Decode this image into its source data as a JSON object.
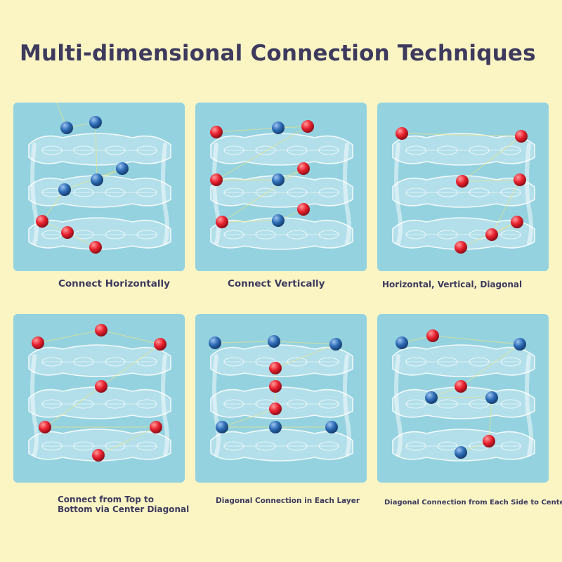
{
  "title": "Multi-dimensional Connection Techniques",
  "colors": {
    "background": "#fbf5c4",
    "panel": "#94d2e0",
    "title_text": "#3d3a5e",
    "ball_red": "#e8202e",
    "ball_blue": "#2d6bb5"
  },
  "panels": [
    {
      "caption": "Connect Horizontally"
    },
    {
      "caption": "Connect Vertically"
    },
    {
      "caption": "Horizontal, Vertical, Diagonal"
    },
    {
      "caption_line1": "Connect from Top to",
      "caption_line2": "Bottom via Center Diagonal"
    },
    {
      "caption": "Diagonal Connection in Each Layer"
    },
    {
      "caption": "Diagonal Connection from Each Side to Center"
    }
  ]
}
